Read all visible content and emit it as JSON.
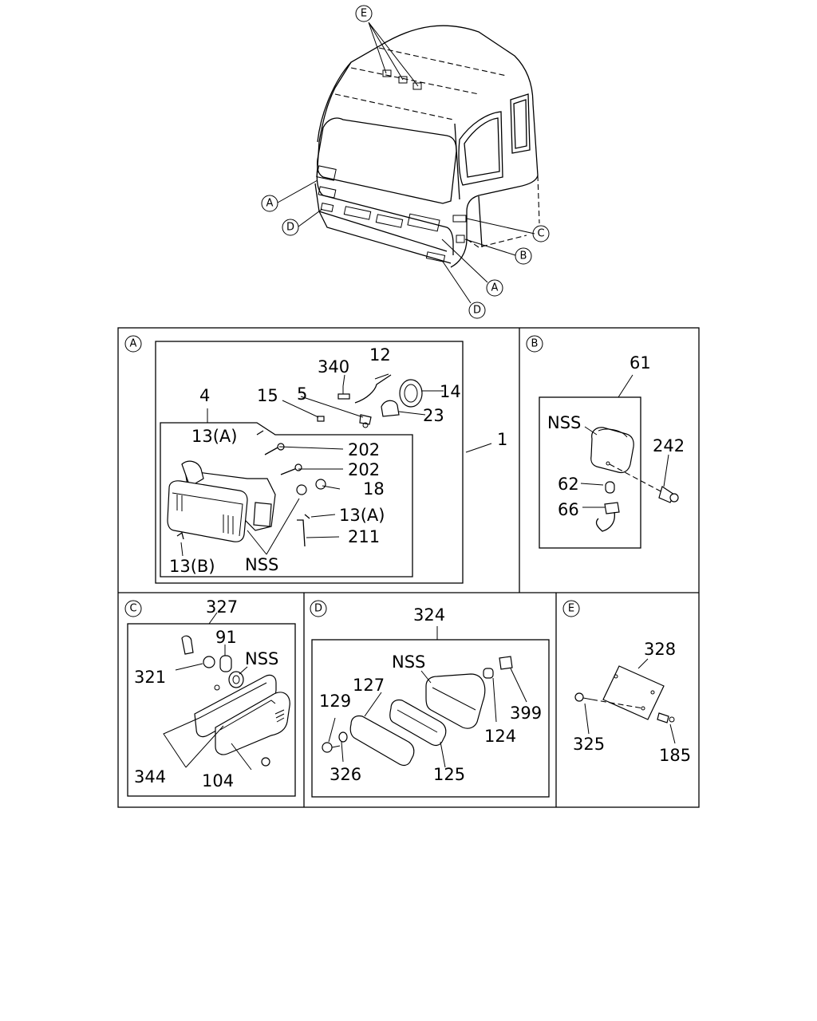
{
  "overview": {
    "callouts": [
      "E",
      "A",
      "D",
      "C",
      "B",
      "A",
      "D"
    ]
  },
  "panels": {
    "A": {
      "letter": "A",
      "labels": [
        "340",
        "12",
        "4",
        "15",
        "5",
        "14",
        "23",
        "1",
        "13(A)",
        "202",
        "202",
        "18",
        "13(A)",
        "211",
        "13(B)",
        "NSS"
      ]
    },
    "B": {
      "letter": "B",
      "labels": [
        "61",
        "NSS",
        "242",
        "62",
        "66"
      ]
    },
    "C": {
      "letter": "C",
      "labels": [
        "327",
        "91",
        "NSS",
        "321",
        "344",
        "104"
      ]
    },
    "D": {
      "letter": "D",
      "labels": [
        "324",
        "NSS",
        "127",
        "129",
        "399",
        "124",
        "326",
        "125"
      ]
    },
    "E": {
      "letter": "E",
      "labels": [
        "328",
        "325",
        "185"
      ]
    }
  }
}
